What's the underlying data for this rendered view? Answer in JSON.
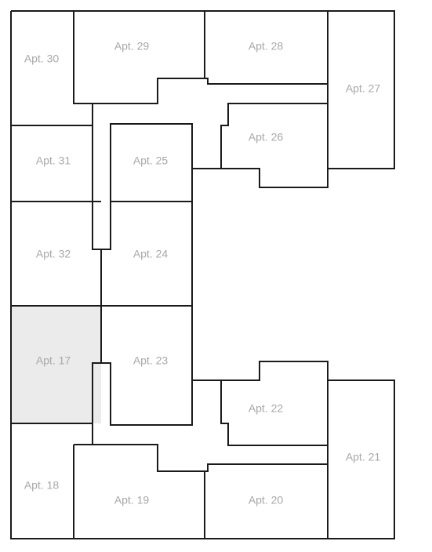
{
  "floorplan": {
    "highlight_color": "#ebebeb",
    "label_color": "#a8a8a8",
    "wall_color": "#1a1a1a",
    "selected_unit": "Apt. 17",
    "units": [
      {
        "id": "apt-30",
        "label": "Apt. 30"
      },
      {
        "id": "apt-29",
        "label": "Apt. 29"
      },
      {
        "id": "apt-28",
        "label": "Apt. 28"
      },
      {
        "id": "apt-27",
        "label": "Apt. 27"
      },
      {
        "id": "apt-26",
        "label": "Apt. 26"
      },
      {
        "id": "apt-31",
        "label": "Apt. 31"
      },
      {
        "id": "apt-25",
        "label": "Apt. 25"
      },
      {
        "id": "apt-32",
        "label": "Apt. 32"
      },
      {
        "id": "apt-24",
        "label": "Apt. 24"
      },
      {
        "id": "apt-17",
        "label": "Apt. 17"
      },
      {
        "id": "apt-23",
        "label": "Apt. 23"
      },
      {
        "id": "apt-22",
        "label": "Apt. 22"
      },
      {
        "id": "apt-18",
        "label": "Apt. 18"
      },
      {
        "id": "apt-19",
        "label": "Apt. 19"
      },
      {
        "id": "apt-20",
        "label": "Apt. 20"
      },
      {
        "id": "apt-21",
        "label": "Apt. 21"
      }
    ]
  }
}
